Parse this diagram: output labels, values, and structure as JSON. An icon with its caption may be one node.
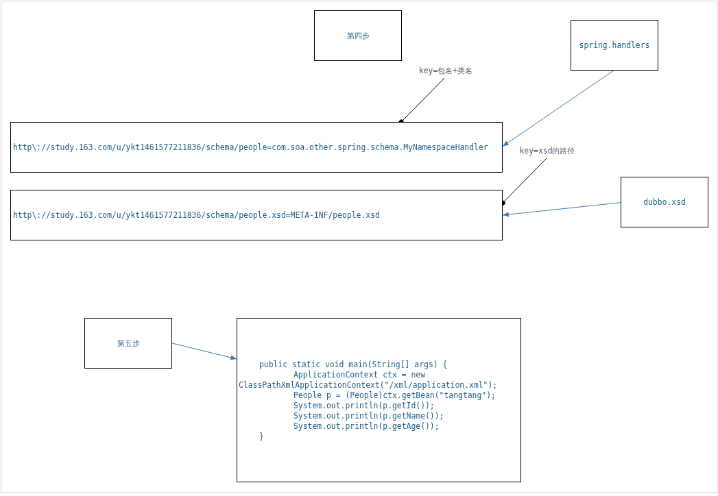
{
  "diagram": {
    "nodes": [
      {
        "text": [
          "第四步"
        ]
      },
      {
        "text": [
          "spring.handlers"
        ]
      },
      {
        "text": [
          "key=包名+类名"
        ]
      },
      {
        "text": [
          "http\\://study.163.com/u/ykt1461577211836/schema/people=com.soa.other.spring.schema.MyNamespaceHandler"
        ]
      },
      {
        "text": [
          "key=xsd的路径"
        ]
      },
      {
        "text": [
          "http\\://study.163.com/u/ykt1461577211836/schema/people.xsd=META-INF/people.xsd"
        ]
      },
      {
        "text": [
          "dubbo.xsd"
        ]
      },
      {
        "text": [
          "第五步"
        ]
      },
      {
        "text": [
          "public static void main(String[] args) {",
          "ApplicationContext ctx = new ClassPathXmlApplicationContext(\"/xml/application.xml\");",
          "People p = (People)ctx.getBean(\"tangtang\");",
          "System.out.println(p.getId());",
          "System.out.println(p.getName());",
          "System.out.println(p.getAge());",
          "}"
        ]
      }
    ],
    "edges": [
      {
        "from": 1,
        "to": 3,
        "arrow": "to",
        "color": "#3a7ab0"
      },
      {
        "from": 2,
        "to": 3,
        "arrow": "other",
        "color": "#000000"
      },
      {
        "from": 4,
        "to": 5,
        "arrow": "other",
        "color": "#000000"
      },
      {
        "from": 6,
        "to": 5,
        "arrow": "to",
        "color": "#3a7ab0"
      },
      {
        "from": 7,
        "to": 8,
        "arrow": "to",
        "color": "#3a7ab0"
      }
    ]
  }
}
